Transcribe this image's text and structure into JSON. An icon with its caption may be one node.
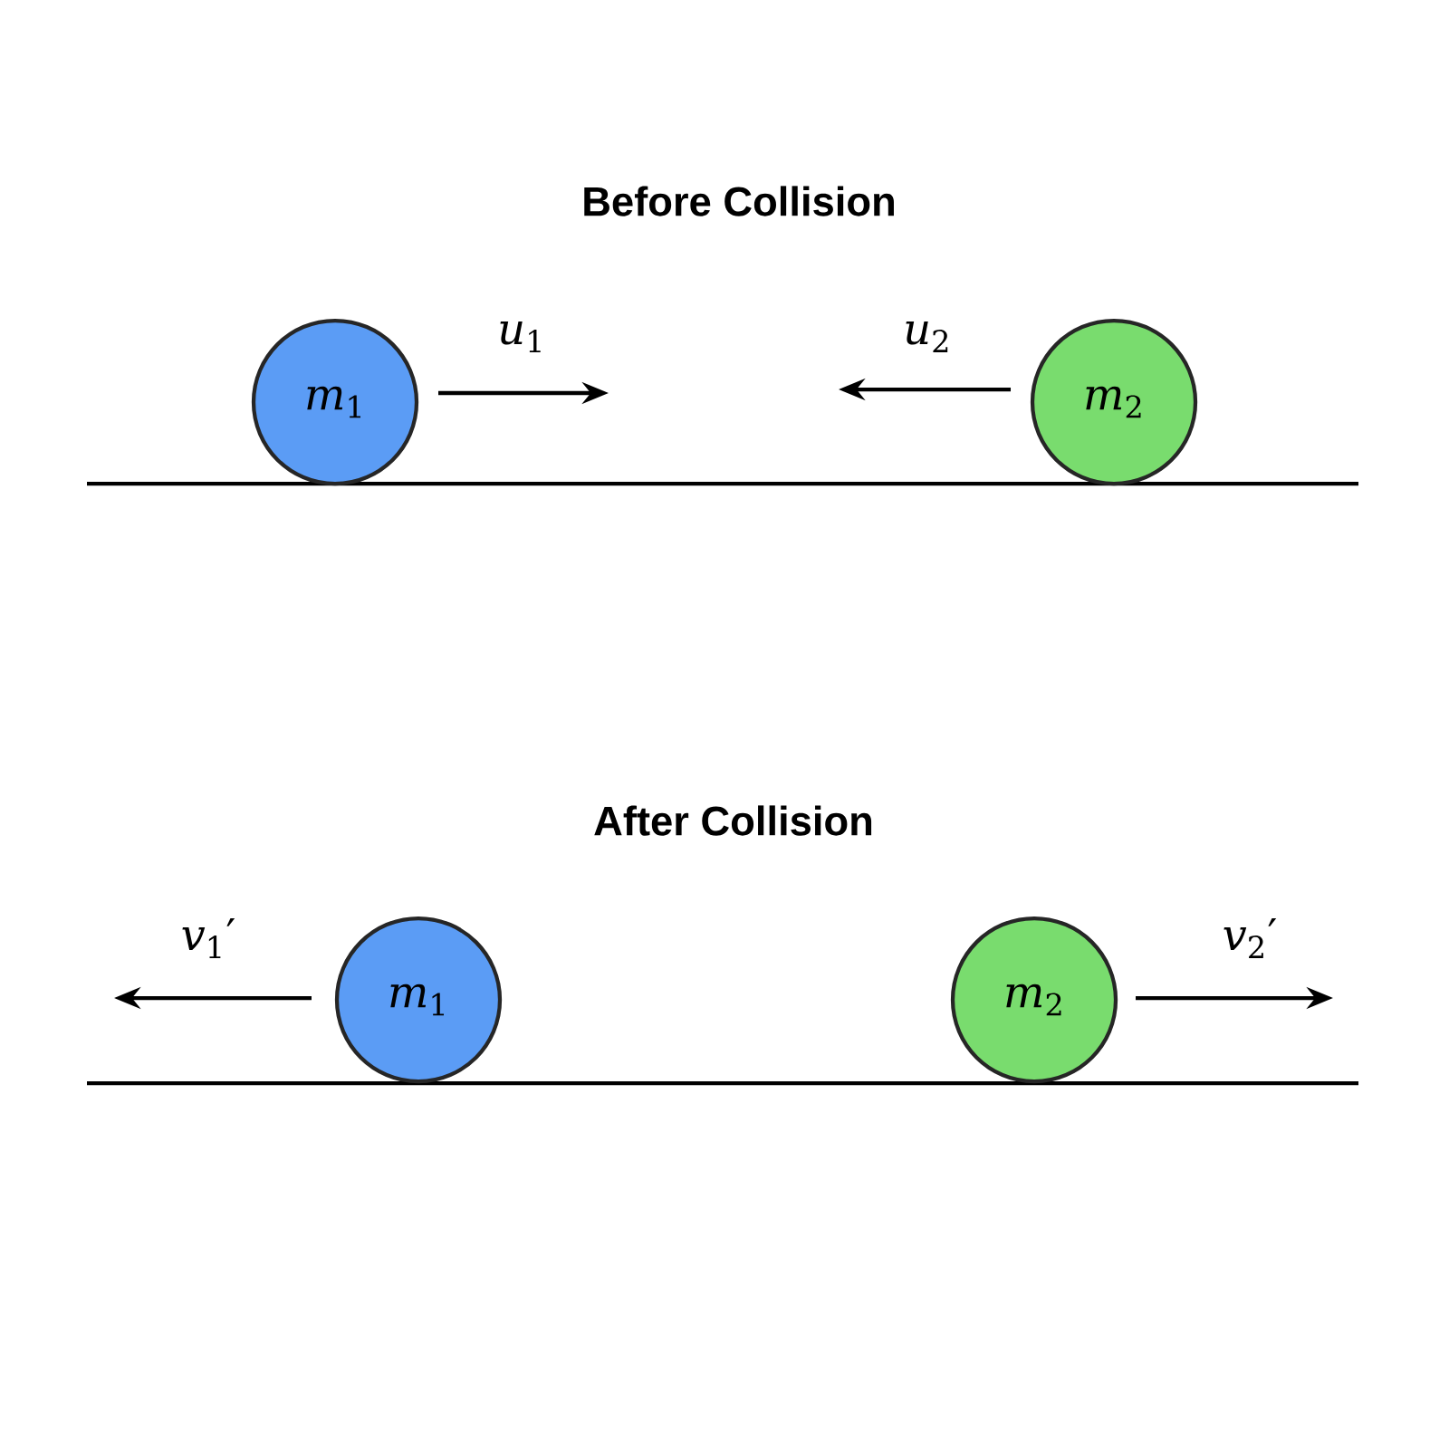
{
  "diagram": {
    "nodes": [
      {
        "text": [
          "*m*$_{1}$"
        ]
      },
      {
        "text": [
          "*m*$_{2}$"
        ]
      },
      {
        "text": [
          "*m*$_{1}$"
        ]
      },
      {
        "text": [
          "*m*$_{2}$"
        ]
      }
    ],
    "labels": [
      "Before Collision",
      "*u*$_{1}$",
      "*u*$_{2}$",
      "After Collision",
      "*v*$_{1}$′",
      "*v*$_{2}$′"
    ]
  }
}
